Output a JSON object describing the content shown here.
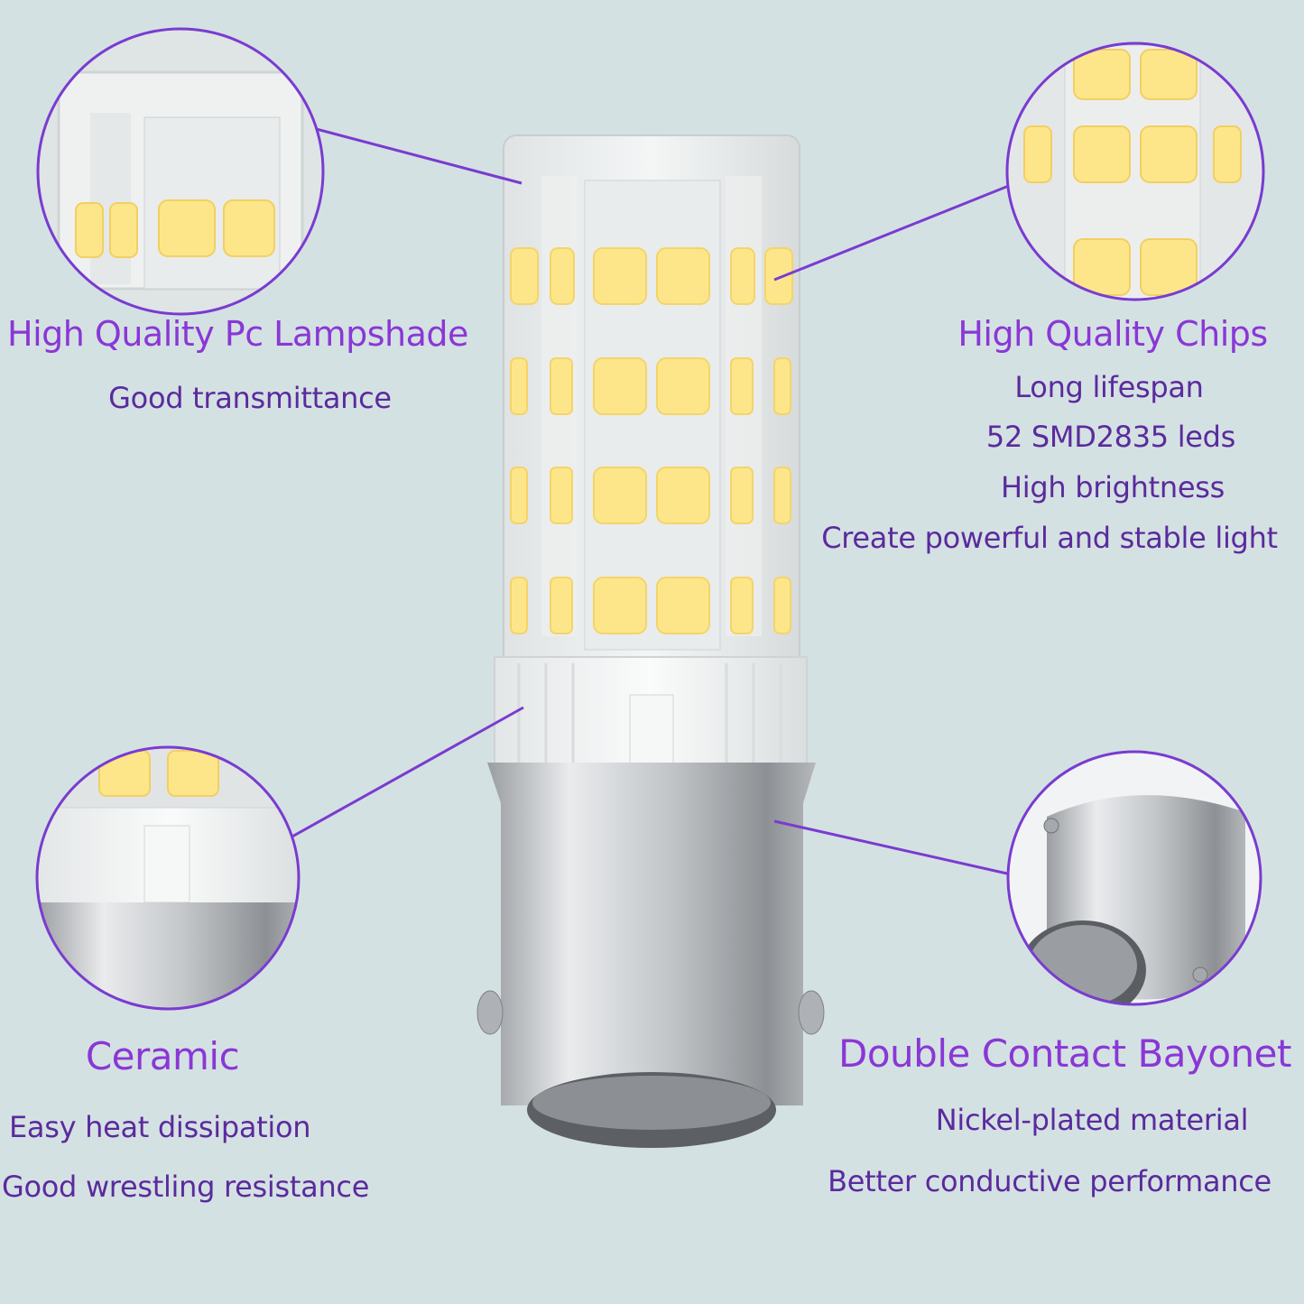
{
  "features": {
    "lampshade": {
      "title": "High Quality Pc Lampshade",
      "details": [
        "Good transmittance"
      ]
    },
    "chips": {
      "title": "High Quality Chips",
      "details": [
        "Long lifespan",
        "52 SMD2835 leds",
        "High brightness",
        "Create powerful and stable light"
      ]
    },
    "ceramic": {
      "title": "Ceramic",
      "details": [
        "Easy heat dissipation",
        "Good wrestling resistance"
      ]
    },
    "bayonet": {
      "title": "Double Contact Bayonet",
      "details": [
        "Nickel-plated material",
        "Better conductive performance"
      ]
    }
  },
  "colors": {
    "background": "#d4e1e2",
    "title_text": "#8a37d6",
    "detail_text": "#5b2a9e",
    "callout_line": "#7a3bd0",
    "led_chip": "#fde68a",
    "metal_base": "#b9bcc0"
  }
}
